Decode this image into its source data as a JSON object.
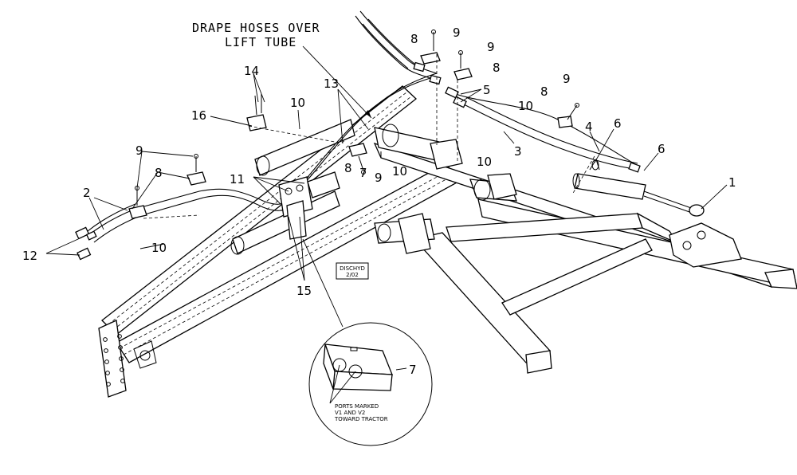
{
  "notes": {
    "drape_line1": "DRAPE HOSES OVER",
    "drape_line2": "LIFT TUBE",
    "drawing_code_line1": "DISCHYD",
    "drawing_code_line2": "2/02",
    "ports_line1": "PORTS MARKED",
    "ports_line2": "V1 AND V2",
    "ports_line3": "TOWARD TRACTOR"
  },
  "callouts": {
    "c1": "1",
    "c2": "2",
    "c3": "3",
    "c4": "4",
    "c5": "5",
    "c6a": "6",
    "c6b": "6",
    "c7a": "7",
    "c7b": "7",
    "c8a": "8",
    "c8b": "8",
    "c8c": "8",
    "c8d": "8",
    "c8e": "8",
    "c9a": "9",
    "c9b": "9",
    "c9c": "9",
    "c9d": "9",
    "c9e": "9",
    "c10a": "10",
    "c10b": "10",
    "c10c": "10",
    "c10d": "10",
    "c10e": "10",
    "c11": "11",
    "c12": "12",
    "c13": "13",
    "c14": "14",
    "c15": "15",
    "c16": "16"
  }
}
